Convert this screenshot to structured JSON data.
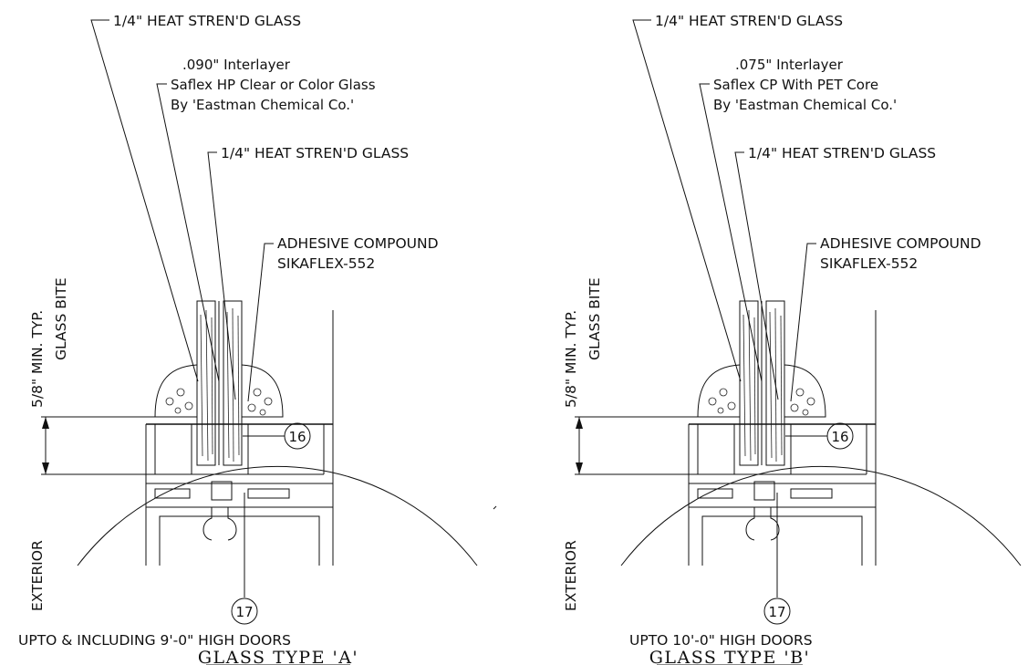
{
  "details": [
    {
      "id": "a",
      "outer_glass": "1/4\" HEAT STREN'D GLASS",
      "interlayer_lines": [
        ".090\" Interlayer",
        "Saflex HP Clear or Color Glass",
        "By 'Eastman Chemical Co.'"
      ],
      "inner_glass": "1/4\" HEAT STREN'D GLASS",
      "adhesive_lines": [
        "ADHESIVE COMPOUND",
        "SIKAFLEX-552"
      ],
      "bite_dim": "5/8\" MIN. TYP.",
      "bite_label": "GLASS BITE",
      "side_label": "EXTERIOR",
      "callouts": [
        "16",
        "17"
      ],
      "note": "UPTO & INCLUDING 9'-0\" HIGH DOORS",
      "title": "GLASS TYPE 'A'"
    },
    {
      "id": "b",
      "outer_glass": "1/4\" HEAT STREN'D GLASS",
      "interlayer_lines": [
        ".075\" Interlayer",
        "Saflex CP With PET Core",
        "By 'Eastman Chemical Co.'"
      ],
      "inner_glass": "1/4\" HEAT STREN'D GLASS",
      "adhesive_lines": [
        "ADHESIVE COMPOUND",
        "SIKAFLEX-552"
      ],
      "bite_dim": "5/8\" MIN. TYP.",
      "bite_label": "GLASS BITE",
      "side_label": "EXTERIOR",
      "callouts": [
        "16",
        "17"
      ],
      "note": "UPTO 10'-0\" HIGH DOORS",
      "title": "GLASS TYPE 'B'"
    }
  ]
}
